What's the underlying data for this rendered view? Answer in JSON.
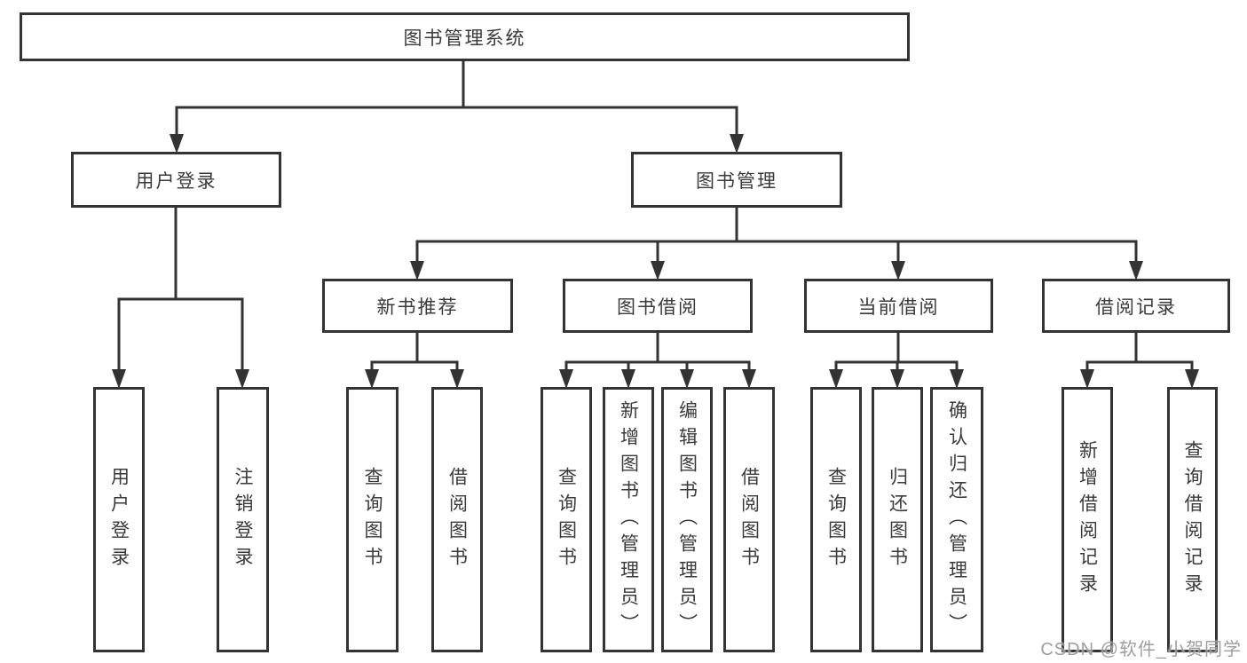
{
  "tree": {
    "root": {
      "label": "图书管理系统"
    },
    "branches": [
      {
        "label": "用户登录",
        "children": [
          {
            "label": "用户登录"
          },
          {
            "label": "注销登录"
          }
        ]
      },
      {
        "label": "图书管理",
        "groups": [
          {
            "label": "新书推荐",
            "children": [
              {
                "label": "查询图书"
              },
              {
                "label": "借阅图书"
              }
            ]
          },
          {
            "label": "图书借阅",
            "children": [
              {
                "label": "查询图书"
              },
              {
                "label": "新增图书（管理员）"
              },
              {
                "label": "编辑图书（管理员）"
              },
              {
                "label": "借阅图书"
              }
            ]
          },
          {
            "label": "当前借阅",
            "children": [
              {
                "label": "查询图书"
              },
              {
                "label": "归还图书"
              },
              {
                "label": "确认归还（管理员）"
              }
            ]
          },
          {
            "label": "借阅记录",
            "children": [
              {
                "label": "新增借阅记录"
              },
              {
                "label": "查询借阅记录"
              }
            ]
          }
        ]
      }
    ]
  },
  "watermark": {
    "text": "CSDN @软件_小贺同学"
  },
  "colors": {
    "line": "#333333",
    "box_border": "#333333",
    "box_bg": "#ffffff",
    "text": "#3a3a3a",
    "watermark": "#949494",
    "background": "#ffffff"
  }
}
